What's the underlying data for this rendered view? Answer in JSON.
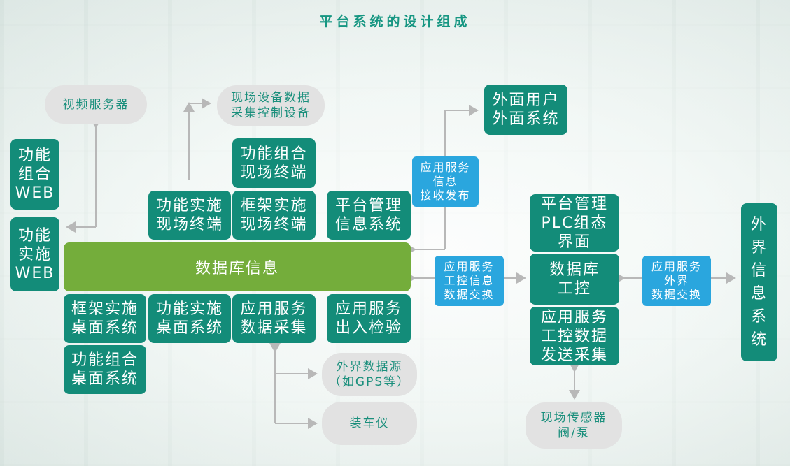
{
  "title": "平台系统的设计组成",
  "nodes": {
    "video_server": "视频服务器",
    "field_equipment": "现场设备数据\n采集控制设备",
    "external_user": "外面用户\n外面系统",
    "func_combo_web": "功能\n组合\nWEB",
    "func_impl_web": "功能\n实施\nWEB",
    "func_combo_terminal": "功能组合\n现场终端",
    "func_impl_terminal": "功能实施\n现场终端",
    "framework_impl_terminal": "框架实施\n现场终端",
    "platform_info_system": "平台管理\n信息系统",
    "app_service_info_publish": "应用服务\n信息\n接收发布",
    "database_info": "数据库信息",
    "platform_plc": "平台管理\nPLC组态\n界面",
    "app_service_control_exchange": "应用服务\n工控信息\n数据交换",
    "database_control": "数据库\n工控",
    "app_service_external_exchange": "应用服务\n外界\n数据交换",
    "external_info_system": "外\n界\n信\n息\n系\n统",
    "framework_impl_desktop": "框架实施\n桌面系统",
    "func_impl_desktop": "功能实施\n桌面系统",
    "app_service_data_collect": "应用服务\n数据采集",
    "app_service_io_inspect": "应用服务\n出入检验",
    "app_service_control_send": "应用服务\n工控数据\n发送采集",
    "func_combo_desktop": "功能组合\n桌面系统",
    "external_data_source": "外界数据源\n（如GPS等）",
    "loading_device": "装车仪",
    "field_sensor": "现场传感器\n阀/泵"
  },
  "colors": {
    "teal": "#138c79",
    "green": "#74ad3b",
    "blue": "#2aa6de",
    "grey": "#e2e2e2",
    "title": "#169682"
  }
}
